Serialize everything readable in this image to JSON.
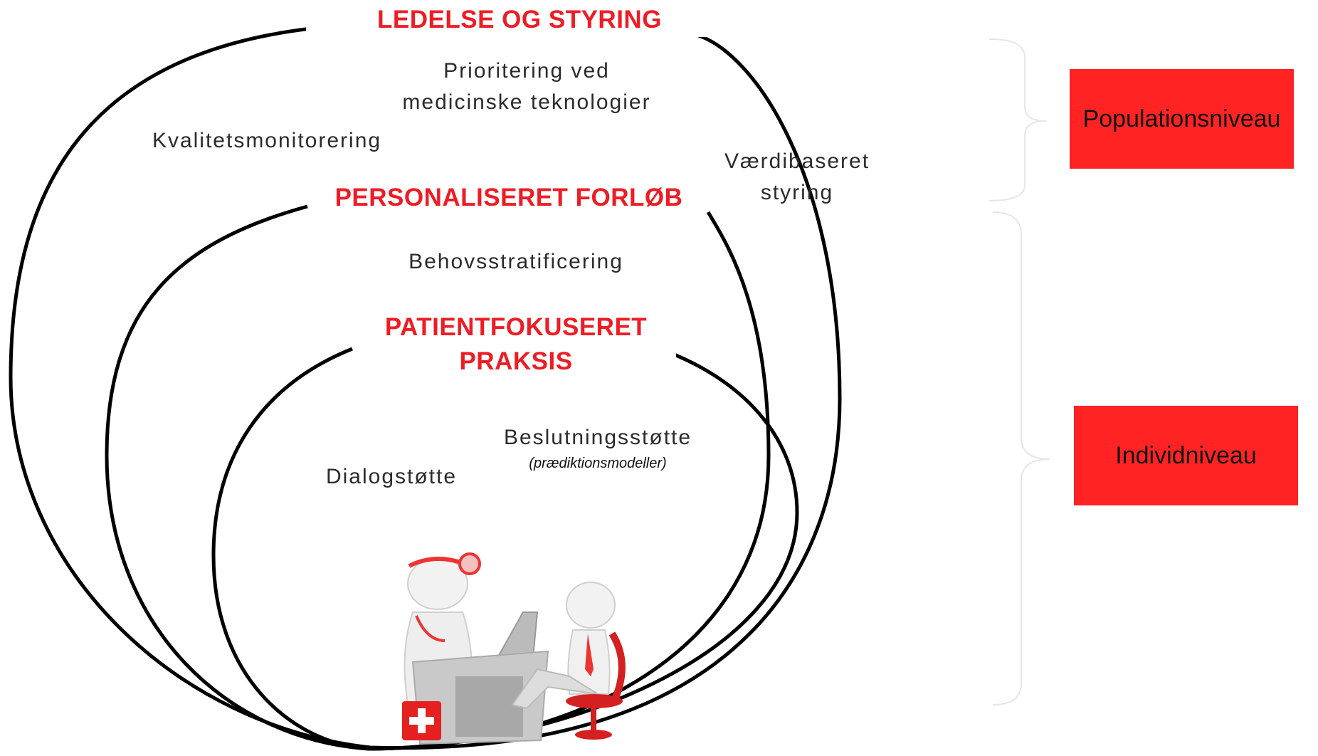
{
  "rings": {
    "outer_title": "LEDELSE OG STYRING",
    "middle_title": "PERSONALISERET FORLØB",
    "inner_title": "PATIENTFOKUSERET PRAKSIS"
  },
  "topics": {
    "prioritering": "Prioritering ved medicinske teknologier",
    "kvalitet": "Kvalitetsmonitorering",
    "vaerdi": "Værdibaseret styring",
    "behov": "Behovsstratificering",
    "beslutning": "Beslutningsstøtte",
    "beslutning_note": "(prædiktionsmodeller)",
    "dialog": "Dialogstøtte"
  },
  "levels": {
    "population": "Populationsniveau",
    "individ": "Individniveau"
  },
  "colors": {
    "accent": "#ee1c25",
    "box": "#ff2323",
    "ring": "#000000"
  },
  "icons": {
    "illustration": "doctor-patient-consultation-illustration"
  }
}
